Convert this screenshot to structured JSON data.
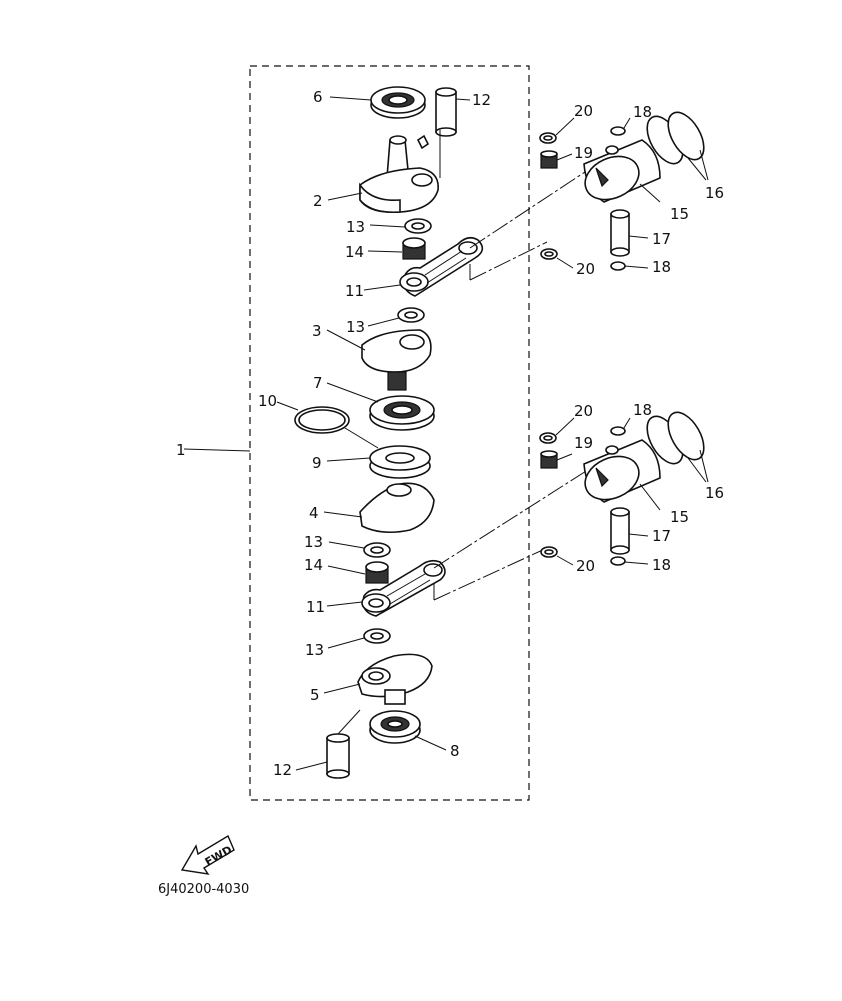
{
  "diagram": {
    "labels": {
      "l1": "1",
      "l2": "2",
      "l3": "3",
      "l4": "4",
      "l5": "5",
      "l6": "6",
      "l7": "7",
      "l8": "8",
      "l9": "9",
      "l10": "10",
      "l11a": "11",
      "l11b": "11",
      "l12a": "12",
      "l12b": "12",
      "l13a": "13",
      "l13b": "13",
      "l13c": "13",
      "l13d": "13",
      "l14a": "14",
      "l14b": "14",
      "l15a": "15",
      "l15b": "15",
      "l16a": "16",
      "l16b": "16",
      "l17a": "17",
      "l17b": "17",
      "l18a": "18",
      "l18b": "18",
      "l18c": "18",
      "l18d": "18",
      "l19a": "19",
      "l19b": "19",
      "l20a": "20",
      "l20b": "20",
      "l20c": "20",
      "l20d": "20"
    },
    "fwd_label": "FWD",
    "drawing_code": "6J40200-4030"
  }
}
